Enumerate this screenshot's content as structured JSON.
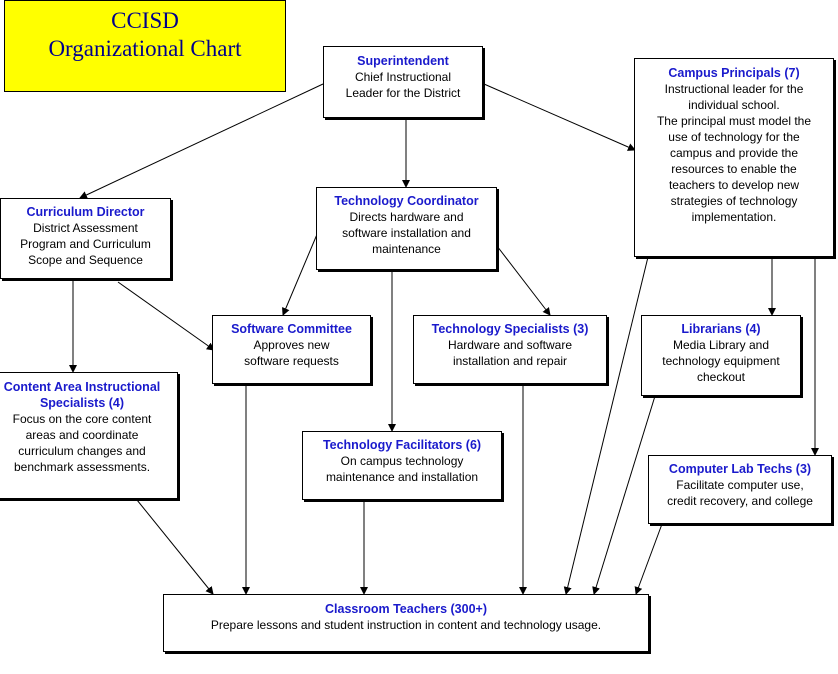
{
  "title": {
    "line1": "CCISD",
    "line2": "Organizational Chart"
  },
  "nodes": {
    "superintendent": {
      "title": "Superintendent",
      "desc": "Chief Instructional\nLeader for the District"
    },
    "campus_principals": {
      "title": "Campus Principals (7)",
      "desc": "Instructional leader for the\nindividual school.\nThe principal must model the\nuse of technology for the\ncampus and provide the\nresources to enable the\nteachers to develop new\nstrategies of technology\nimplementation."
    },
    "curriculum_director": {
      "title": "Curriculum Director",
      "desc": "District Assessment\nProgram and Curriculum\nScope and Sequence"
    },
    "technology_coordinator": {
      "title": "Technology Coordinator",
      "desc": "Directs hardware and\nsoftware installation and\nmaintenance"
    },
    "software_committee": {
      "title": "Software Committee",
      "desc": "Approves new\nsoftware requests"
    },
    "technology_specialists": {
      "title": "Technology Specialists (3)",
      "desc": "Hardware and software\ninstallation and repair"
    },
    "librarians": {
      "title": "Librarians (4)",
      "desc": "Media Library and\ntechnology equipment\ncheckout"
    },
    "content_specialists": {
      "title": "Content Area Instructional\nSpecialists (4)",
      "desc": "Focus on the core content\nareas and coordinate\ncurriculum changes and\nbenchmark assessments."
    },
    "technology_facilitators": {
      "title": "Technology Facilitators (6)",
      "desc": "On campus technology\nmaintenance and installation"
    },
    "computer_lab_techs": {
      "title": "Computer Lab Techs (3)",
      "desc": "Facilitate computer use,\ncredit recovery, and college"
    },
    "classroom_teachers": {
      "title": "Classroom Teachers (300+)",
      "desc": "Prepare lessons and student instruction in content and technology usage."
    }
  },
  "colors": {
    "title_bg": "#ffff00",
    "title_text": "#00008b",
    "node_title": "#1a1acc",
    "border": "#000000"
  }
}
